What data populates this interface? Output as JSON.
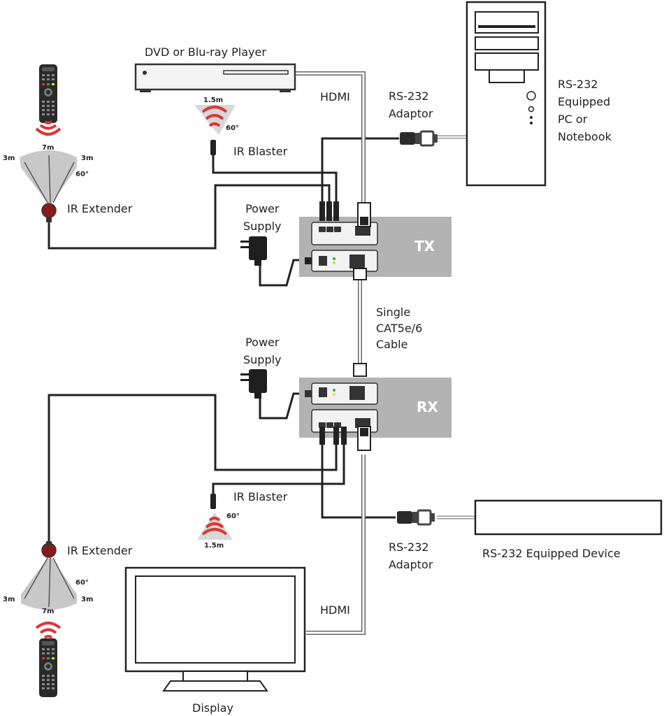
{
  "labels": {
    "dvd_player": "DVD or Blu-ray Player",
    "hdmi_top": "HDMI",
    "rs232_adaptor_top": [
      "RS-232",
      "Adaptor"
    ],
    "pc": [
      "RS-232",
      "Equipped",
      "PC or",
      "Notebook"
    ],
    "ir_blaster_top": "IR Blaster",
    "ir_extender_top": "IR Extender",
    "power_supply_top": [
      "Power",
      "Supply"
    ],
    "tx": "TX",
    "cable": [
      "Single",
      "CAT5e/6",
      "Cable"
    ],
    "power_supply_bottom": [
      "Power",
      "Supply"
    ],
    "rx": "RX",
    "ir_blaster_bottom": "IR Blaster",
    "rs232_adaptor_bottom": [
      "RS-232",
      "Adaptor"
    ],
    "rs232_device": "RS-232 Equipped Device",
    "ir_extender_bottom": "IR Extender",
    "hdmi_bottom": "HDMI",
    "display": "Display"
  },
  "ranges": {
    "blaster_top_distance": "1.5m",
    "blaster_top_angle": "60°",
    "blaster_bottom_distance": "1.5m",
    "blaster_bottom_angle": "60°",
    "ext_top_front": "7m",
    "ext_top_left": "3m",
    "ext_top_right": "3m",
    "ext_top_angle": "60°",
    "ext_bottom_front": "7m",
    "ext_bottom_left": "3m",
    "ext_bottom_right": "3m",
    "ext_bottom_angle": "60°"
  },
  "colors": {
    "ir_signal": "#d93838",
    "ir_cone": "#bfbfbf",
    "unit_panel": "#b3b3b3",
    "cable": "#222222"
  },
  "icons": [
    "remote-control-icon",
    "ir-signal-icon",
    "power-adapter-icon",
    "rs232-connector-icon",
    "hdmi-connector-icon",
    "rj45-connector-icon"
  ]
}
